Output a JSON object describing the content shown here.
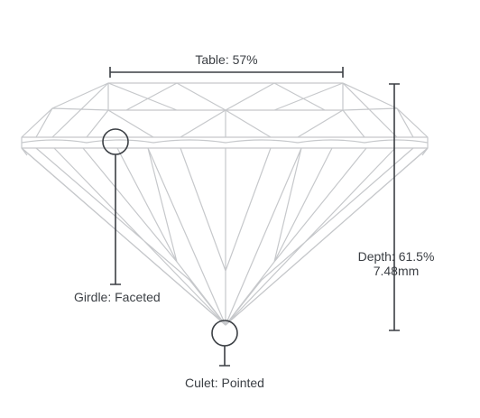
{
  "diagram": {
    "table_label": "Table: 57%",
    "depth_label": "Depth: 61.5%",
    "depth_mm": "7.48mm",
    "girdle_label": "Girdle: Faceted",
    "culet_label": "Culet: Pointed"
  },
  "colors": {
    "facet_lines": "#c6c8cb",
    "dimension_lines": "#3b3f44",
    "text": "#3b3f44",
    "background": "#ffffff"
  }
}
